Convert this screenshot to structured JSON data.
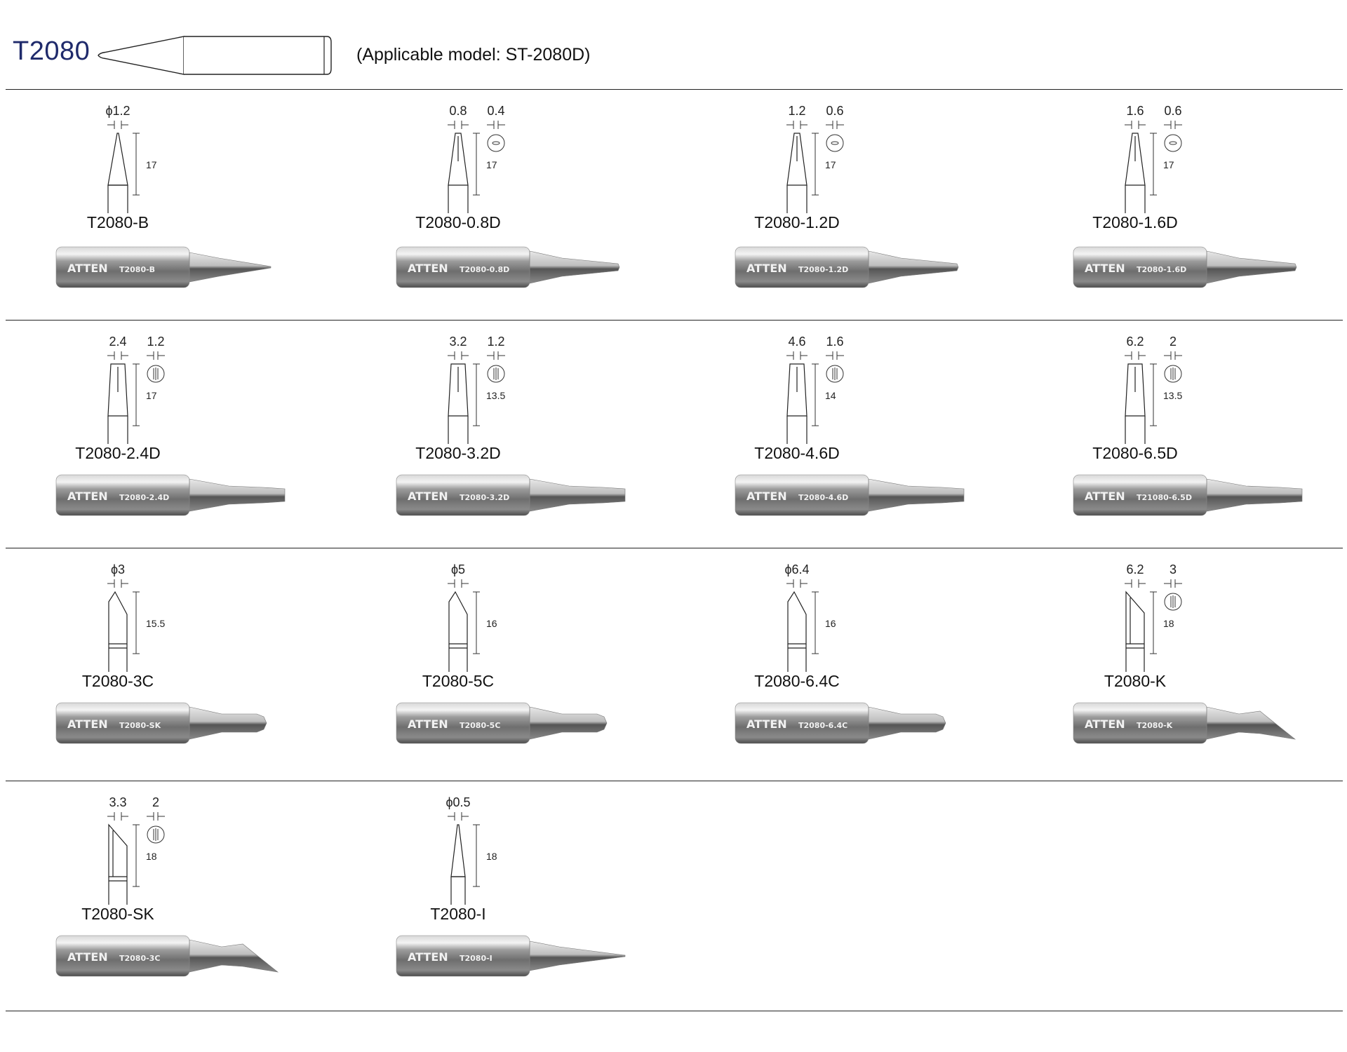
{
  "header": {
    "series": "T2080",
    "applicable_model": "(Applicable model: ST-2080D)",
    "outline_icon": "tip-outline-icon"
  },
  "brand": "ATTEN",
  "rows": [
    [
      {
        "name": "T2080-B",
        "engraving": "T2080-B",
        "dims": {
          "width": "ϕ1.2",
          "length": "17"
        },
        "shape": "conical",
        "icon": "conical-tip-icon"
      },
      {
        "name": "T2080-0.8D",
        "engraving": "T2080-0.8D",
        "dims": {
          "width": "0.8",
          "thickness": "0.4",
          "length": "17"
        },
        "shape": "chisel",
        "icon": "chisel-tip-icon"
      },
      {
        "name": "T2080-1.2D",
        "engraving": "T2080-1.2D",
        "dims": {
          "width": "1.2",
          "thickness": "0.6",
          "length": "17"
        },
        "shape": "chisel",
        "icon": "chisel-tip-icon"
      },
      {
        "name": "T2080-1.6D",
        "engraving": "T2080-1.6D",
        "dims": {
          "width": "1.6",
          "thickness": "0.6",
          "length": "17"
        },
        "shape": "chisel",
        "icon": "chisel-tip-icon"
      }
    ],
    [
      {
        "name": "T2080-2.4D",
        "engraving": "T2080-2.4D",
        "dims": {
          "width": "2.4",
          "thickness": "1.2",
          "length": "17"
        },
        "shape": "chisel-wide",
        "icon": "chisel-tip-icon"
      },
      {
        "name": "T2080-3.2D",
        "engraving": "T2080-3.2D",
        "dims": {
          "width": "3.2",
          "thickness": "1.2",
          "length": "13.5"
        },
        "shape": "chisel-wide",
        "icon": "chisel-tip-icon"
      },
      {
        "name": "T2080-4.6D",
        "engraving": "T2080-4.6D",
        "dims": {
          "width": "4.6",
          "thickness": "1.6",
          "length": "14"
        },
        "shape": "chisel-wide",
        "icon": "chisel-tip-icon"
      },
      {
        "name": "T2080-6.5D",
        "engraving": "T21080-6.5D",
        "dims": {
          "width": "6.2",
          "thickness": "2",
          "length": "13.5"
        },
        "shape": "chisel-wide",
        "icon": "chisel-tip-icon"
      }
    ],
    [
      {
        "name": "T2080-3C",
        "engraving": "T2080-SK",
        "dims": {
          "width": "ϕ3",
          "length": "15.5"
        },
        "shape": "bevel",
        "icon": "bevel-tip-icon"
      },
      {
        "name": "T2080-5C",
        "engraving": "T2080-5C",
        "dims": {
          "width": "ϕ5",
          "length": "16"
        },
        "shape": "bevel",
        "icon": "bevel-tip-icon"
      },
      {
        "name": "T2080-6.4C",
        "engraving": "T2080-6.4C",
        "dims": {
          "width": "ϕ6.4",
          "length": "16"
        },
        "shape": "bevel",
        "icon": "bevel-tip-icon"
      },
      {
        "name": "T2080-K",
        "engraving": "T2080-K",
        "dims": {
          "width": "6.2",
          "thickness": "3",
          "length": "18"
        },
        "shape": "knife",
        "icon": "knife-tip-icon"
      }
    ],
    [
      {
        "name": "T2080-SK",
        "engraving": "T2080-3C",
        "dims": {
          "width": "3.3",
          "thickness": "2",
          "length": "18"
        },
        "shape": "knife",
        "icon": "knife-tip-icon"
      },
      {
        "name": "T2080-I",
        "engraving": "T2080-I",
        "dims": {
          "width": "ϕ0.5",
          "length": "18"
        },
        "shape": "needle",
        "icon": "needle-tip-icon"
      }
    ]
  ]
}
